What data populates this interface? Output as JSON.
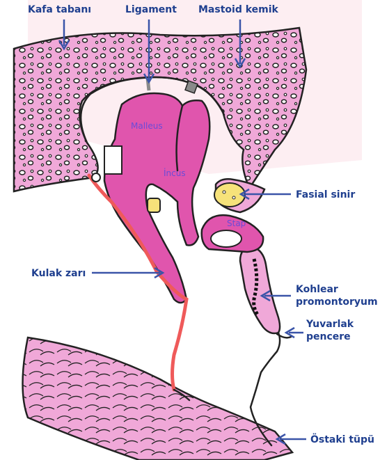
{
  "labels": {
    "kafa_tabani": "Kafa tabanı",
    "ligament": "Ligament",
    "mastoid_kemik": "Mastoid kemik",
    "malleus": "Malleus",
    "incus": "İncus",
    "fasial_sinir": "Fasial sinir",
    "stap": "Stap",
    "kulak_zari": "Kulak zarı",
    "kohlear_line1": "Kohlear",
    "kohlear_line2": "promontoryum",
    "yuvarlak_line1": "Yuvarlak",
    "yuvarlak_line2": "pencere",
    "ostaki_tupu": "Östaki tüpü"
  },
  "colors": {
    "bone_pink": "#f0a8d8",
    "ossicle_magenta": "#e055ad",
    "membrane_red": "#ef5a5a",
    "nerve_yellow": "#f6e27a",
    "label_blue": "#1f3f8f",
    "watermark": "#fbe3ea"
  }
}
